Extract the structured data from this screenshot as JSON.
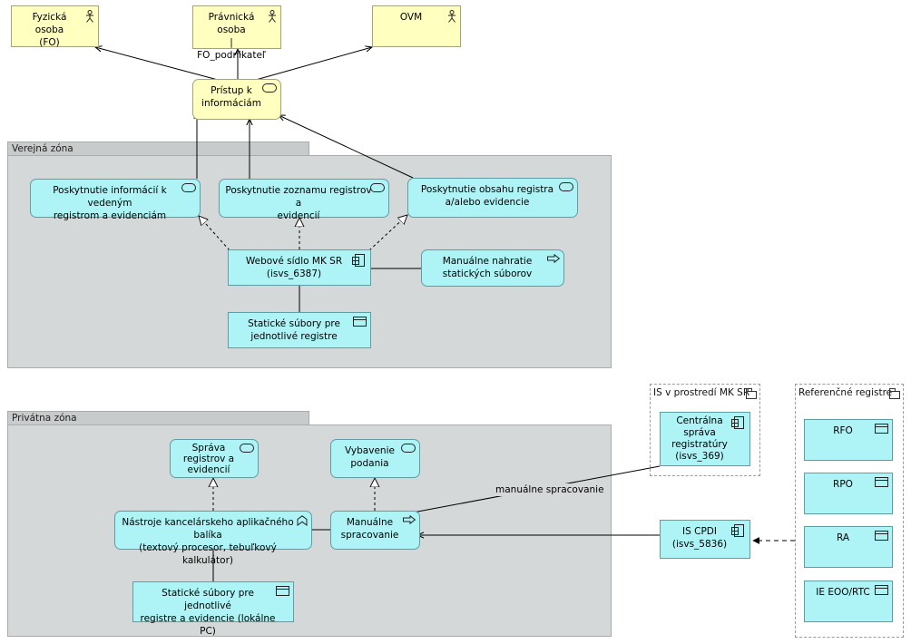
{
  "zones": {
    "public": "Verejná zóna",
    "private": "Privátna zóna"
  },
  "groups": {
    "is_mk": "IS v prostredí MK SR",
    "ref": "Referenčné registre"
  },
  "actors": {
    "fo": "Fyzická osoba\n(FO)",
    "po": "Právnická osoba\n| FO_podnikateľ",
    "ovm": "OVM"
  },
  "top": {
    "pristup": "Prístup k\ninformáciám"
  },
  "public_services": {
    "s1": "Poskytnutie informácií k vedeným\nregistrom a evidenciám",
    "s2": "Poskytnutie zoznamu registrov a\nevidencií",
    "s3": "Poskytnutie obsahu registra\na/alebo evidencie"
  },
  "public_elements": {
    "web": "Webové sídlo MK SR\n(isvs_6387)",
    "manual_upload": "Manuálne nahratie\nstatických súborov",
    "static_files": "Statické súbory pre\njednotlivé registre"
  },
  "private_elements": {
    "sprava": "Správa\nregistrov a\nevidencií",
    "vybavenie": "Vybavenie\npodania",
    "nastroje": "Nástroje kancelárskeho aplikačného balíka\n(textový procesor, tebuľkový kalkulátor)",
    "manualne": "Manuálne\nspracovanie",
    "static_local": "Statické súbory pre jednotlivé\nregistre a evidencie (lokálne PC)"
  },
  "is_nodes": {
    "csr": "Centrálna\nspráva\nregistratúry\n(isvs_369)",
    "cpdi": "IS CPDI\n(isvs_5836)"
  },
  "ref_nodes": {
    "rfo": "RFO",
    "rpo": "RPO",
    "ra": "RA",
    "ie": "IE EOO/RTC"
  },
  "edge_labels": {
    "manual": "manuálne spracovanie"
  }
}
